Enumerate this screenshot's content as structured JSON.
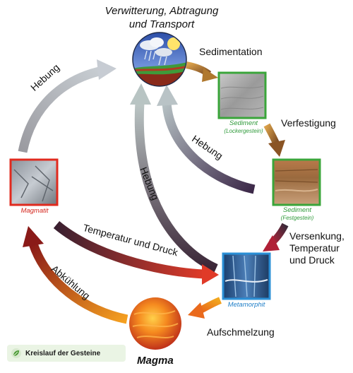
{
  "diagram": {
    "top_title_line1": "Verwitterung, Abtragung",
    "top_title_line2": "und Transport",
    "label_sedimentation": "Sedimentation",
    "label_verfestigung": "Verfestigung",
    "label_hebung_left": "Hebung",
    "label_hebung_center": "Hebung",
    "label_hebung_right": "Hebung",
    "label_temperatur_druck": "Temperatur und Druck",
    "label_abkuehlung": "Abkühlung",
    "label_versenkung_line1": "Versenkung,",
    "label_versenkung_line2": "Temperatur",
    "label_versenkung_line3": "und Druck",
    "label_aufschmelzung": "Aufschmelzung",
    "caption_sediment_locker_1": "Sediment",
    "caption_sediment_locker_2": "(Lockergestein)",
    "caption_sediment_fest_1": "Sediment",
    "caption_sediment_fest_2": "(Festgestein)",
    "caption_magmatit": "Magmatit",
    "caption_metamorphit": "Metamorphit",
    "caption_magma": "Magma",
    "legend_text": "Kreislauf der Gesteine"
  },
  "colors": {
    "green_caption": "#2f9a3a",
    "red_caption": "#d4251c",
    "blue_caption": "#1f7fc8",
    "green_frame": "#3aa53a",
    "red_frame": "#e02a1e",
    "blue_frame": "#2a8fd6"
  },
  "icons": {
    "weather_globe": "globe-with-clouds-rain-sun",
    "legend": "leaf-icon"
  }
}
